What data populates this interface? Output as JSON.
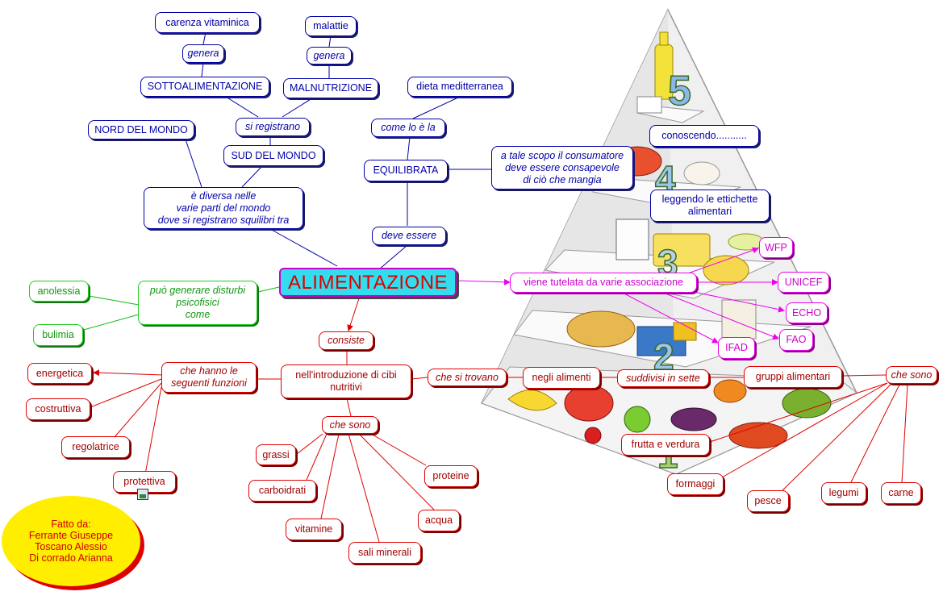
{
  "central": "ALIMENTAZIONE",
  "nodes": {
    "carenza": "carenza vitaminica",
    "genera1": "genera",
    "sottoalimentazione": "SOTTOALIMENTAZIONE",
    "malattie": "malattie",
    "genera2": "genera",
    "malnutrizione": "MALNUTRIZIONE",
    "dieta": "dieta meditterranea",
    "nord": "NORD DEL MONDO",
    "si_registrano": "si registrano",
    "come_lo_e_la": "come lo è la",
    "sud": "SUD DEL MONDO",
    "equilibrata": "EQUILIBRATA",
    "diversa": "è diversa nelle\nvarie parti del mondo\ndove si registrano squilibri tra",
    "deve_essere": "deve essere",
    "conoscendo": "conoscendo...........",
    "tale_scopo": "a tale scopo il consumatore\ndeve essere consapevole\ndi ciò che mangia",
    "etichette": "leggendo le ettichette\nalimentari",
    "wfp": "WFP",
    "unicef": "UNICEF",
    "echo": "ECHO",
    "fao": "FAO",
    "ifad": "IFAD",
    "tutelata": "viene tutelata da varie associazione",
    "disturbi": "può generare disturbi\npsicofisici\ncome",
    "anolessia": "anolessia",
    "bulimia": "bulimia",
    "consiste": "consiste",
    "introduzione": "nell'introduzione di cibi\nnutritivi",
    "funzioni": "che hanno le\nseguenti funzioni",
    "energetica": "energetica",
    "costruttiva": "costruttiva",
    "regolatrice": "regolatrice",
    "protettiva": "protettiva",
    "si_trovano": "che si trovano",
    "negli_alimenti": "negli alimenti",
    "suddivisi": "suddivisi in sette",
    "gruppi": "gruppi alimentari",
    "che_sono_right": "che sono",
    "che_sono_mid": "che sono",
    "grassi": "grassi",
    "carboidrati": "carboidrati",
    "vitamine": "vitamine",
    "sali": "sali minerali",
    "acqua": "acqua",
    "proteine": "proteine",
    "frutta": "frutta e verdura",
    "formaggi": "formaggi",
    "pesce": "pesce",
    "legumi": "legumi",
    "carne": "carne"
  },
  "credit": {
    "line1": "Fatto da:",
    "line2": "Ferrante Giuseppe",
    "line3": "Toscano Alessio",
    "line4": "Di corrado Arianna"
  },
  "pyramid": {
    "level_numbers": [
      "5",
      "4",
      "3",
      "2",
      "1"
    ]
  },
  "colors": {
    "blue": "#0000a8",
    "red": "#e00000",
    "green": "#22cc22",
    "magenta": "#ee00ee",
    "central_fill": "#33ddee",
    "credit_fill": "#ffee00"
  }
}
